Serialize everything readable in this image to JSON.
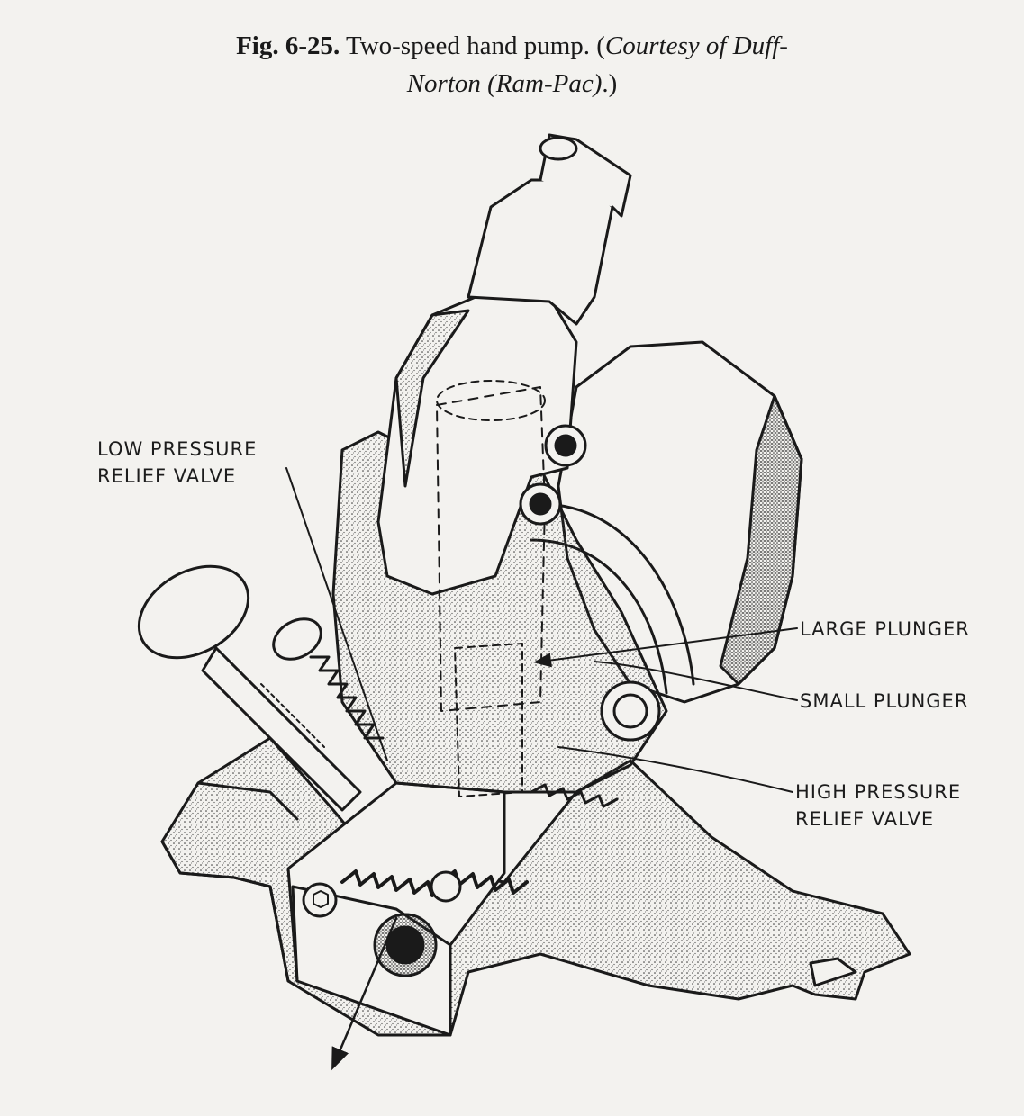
{
  "caption": {
    "fig": "Fig. 6-25.",
    "text": "Two-speed hand pump.",
    "paren_open": "(",
    "courtesy_line1": "Courtesy of Duff-",
    "courtesy_line2": "Norton",
    "ram_pac": "(Ram-Pac)",
    "close": ".)"
  },
  "labels": {
    "low_pressure_1": "LOW PRESSURE",
    "low_pressure_2": "RELIEF VALVE",
    "large_plunger": "LARGE PLUNGER",
    "small_plunger": "SMALL PLUNGER",
    "high_pressure_1": "HIGH PRESSURE",
    "high_pressure_2": "RELIEF VALVE"
  },
  "colors": {
    "paper": "#f3f2ef",
    "ink": "#1a1a1a"
  }
}
